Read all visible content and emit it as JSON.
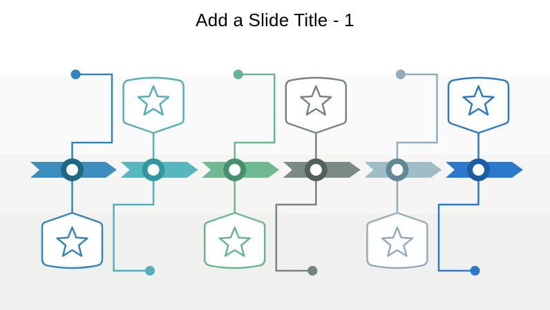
{
  "slide": {
    "title": "Add a Slide Title - 1",
    "title_color": "#000000",
    "background_bands": [
      {
        "from": 0,
        "to": 110,
        "color": "#ffffff"
      },
      {
        "from": 110,
        "to": 225,
        "color": "#fafafa"
      },
      {
        "from": 225,
        "to": 311,
        "color": "#f5f5f4"
      },
      {
        "from": 311,
        "to": 450,
        "color": "#f0f0ef"
      }
    ]
  },
  "diagram": {
    "type": "timeline",
    "description": "Six-step chevron timeline; each step has a circular node on the arrow band, a star badge above or below, and an elbow connector line ending in a dot",
    "steps": [
      {
        "id": 1,
        "icon": "star",
        "badge_position": "below",
        "connector_direction": "up",
        "colors": {
          "chevron": "#3C8EBE",
          "ring": "#1F6884",
          "line": "#2E86BD"
        }
      },
      {
        "id": 2,
        "icon": "star",
        "badge_position": "above",
        "connector_direction": "down",
        "colors": {
          "chevron": "#58B7BE",
          "ring": "#2F98A3",
          "line": "#4FB0BA"
        }
      },
      {
        "id": 3,
        "icon": "star",
        "badge_position": "below",
        "connector_direction": "up",
        "colors": {
          "chevron": "#6FB992",
          "ring": "#43926B",
          "line": "#66B690"
        }
      },
      {
        "id": 4,
        "icon": "star",
        "badge_position": "above",
        "connector_direction": "down",
        "colors": {
          "chevron": "#7C8A87",
          "ring": "#535F5B",
          "line": "#76847F"
        }
      },
      {
        "id": 5,
        "icon": "star",
        "badge_position": "below",
        "connector_direction": "up",
        "colors": {
          "chevron": "#A0BDC7",
          "ring": "#5F8995",
          "line": "#90ADB9"
        }
      },
      {
        "id": 6,
        "icon": "star",
        "badge_position": "above",
        "connector_direction": "down",
        "colors": {
          "chevron": "#2B79CE",
          "ring": "#1A5CA6",
          "line": "#2979CC"
        }
      }
    ]
  }
}
